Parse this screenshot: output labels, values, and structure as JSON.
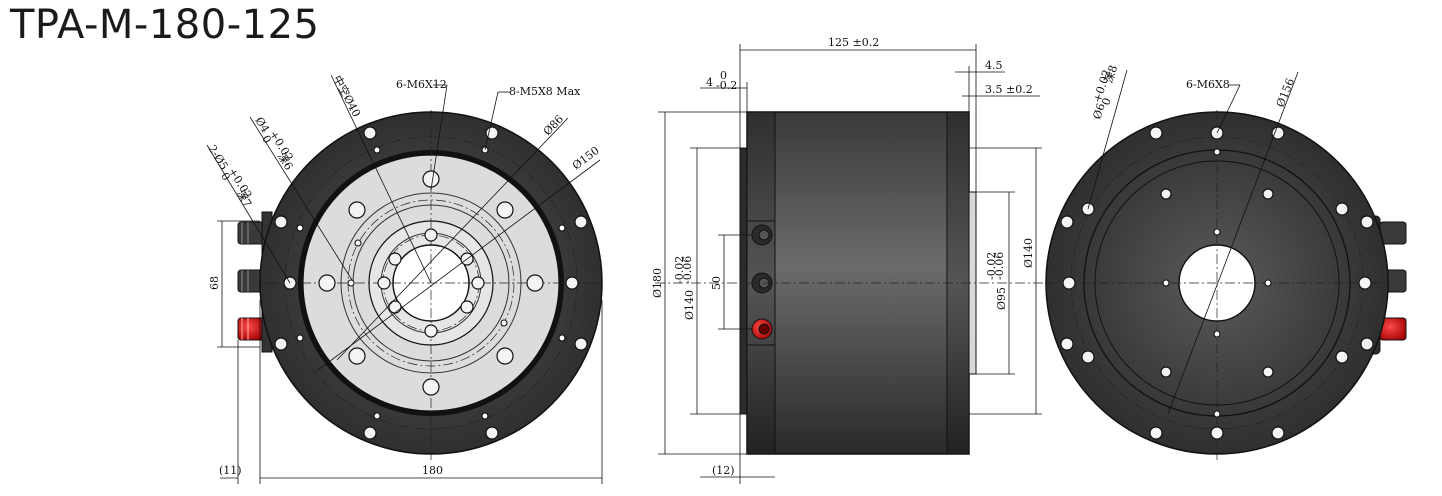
{
  "title": "TPA-M-180-125",
  "front": {
    "tapped_holes_inner": "6-M6X12",
    "tapped_holes_outer": "8-M5X8 Max",
    "hollow_dia": "中空Ø40",
    "pitch_86": "Ø86",
    "pitch_150": "Ø150",
    "pin_small": "Ø4",
    "pin_small_tol_upper": "+0.02",
    "pin_small_tol_lower": "0",
    "pin_small_depth": "深6",
    "pin_large": "2-Ø5",
    "pin_large_tol_upper": "+0.02",
    "pin_large_tol_lower": "0",
    "pin_large_depth": "深7",
    "connector_span": "68",
    "overall_width": "180",
    "offset": "(11)"
  },
  "side": {
    "length": "125 ±0.2",
    "flange_thk": "4",
    "flange_thk_tol_upper": "0",
    "flange_thk_tol_lower": "-0.2",
    "shaft_step_a": "4.5",
    "shaft_step_b": "3.5 ±0.2",
    "outer_dia": "Ø180",
    "pilot_dia": "Ø140",
    "pilot_tol_upper": "-0.02",
    "pilot_tol_lower": "-0.06",
    "connector_span": "50",
    "output_dia": "Ø95",
    "output_tol_upper": "-0.02",
    "output_tol_lower": "-0.06",
    "right_dia": "Ø140",
    "offset": "(12)"
  },
  "rear": {
    "tapped_holes": "6-M6X8",
    "pin": "Ø6",
    "pin_tol_upper": "+0.02",
    "pin_tol_lower": "0",
    "pin_depth": "深8",
    "pitch_dia": "Ø156"
  }
}
